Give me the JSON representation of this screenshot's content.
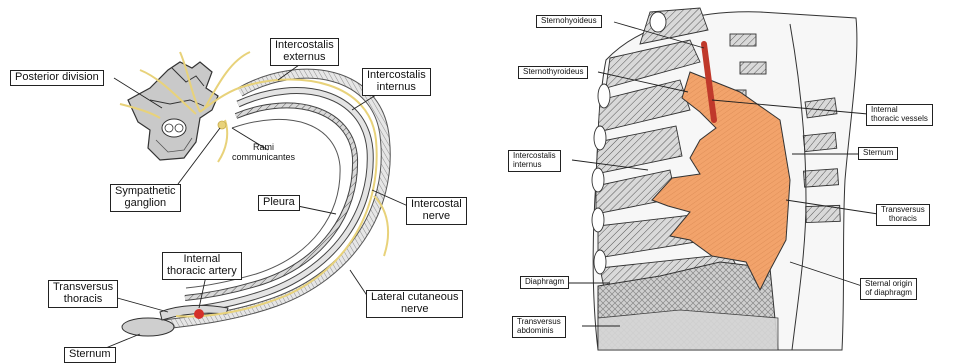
{
  "left_figure": {
    "labels": {
      "posterior_division": "Posterior division",
      "intercostalis_externus": "Intercostalis\nexternus",
      "intercostalis_internus": "Intercostalis\ninternus",
      "rami_communicantes": "Rami\ncommunicantes",
      "sympathetic_ganglion": "Sympathetic\nganglion",
      "pleura": "Pleura",
      "intercostal_nerve": "Intercostal\nnerve",
      "internal_thoracic_artery": "Internal\nthoracic artery",
      "transversus_thoracis": "Transversus\nthoracis",
      "lateral_cutaneous_nerve": "Lateral cutaneous\nnerve",
      "sternum": "Sternum"
    }
  },
  "right_figure": {
    "labels": {
      "sternohyoideus": "Sternohyoideus",
      "sternothyroideus": "Sternothyroideus",
      "internal_thoracic_vessels": "Internal\nthoracic vessels",
      "sternum": "Sternum",
      "intercostalis_internus": "Intercostalis\ninternus",
      "transversus_thoracis": "Transversus\nthoracis",
      "diaphragm": "Diaphragm",
      "sternal_origin_of_diaphragm": "Sternal origin\nof diaphragm",
      "transversus_abdominis": "Transversus\nabdominis"
    }
  },
  "colors": {
    "nerve_yellow": "#e8d27a",
    "muscle_orange": "#f2a36b",
    "artery_red": "#d4302a",
    "rib_gray": "#9a9a9a"
  }
}
